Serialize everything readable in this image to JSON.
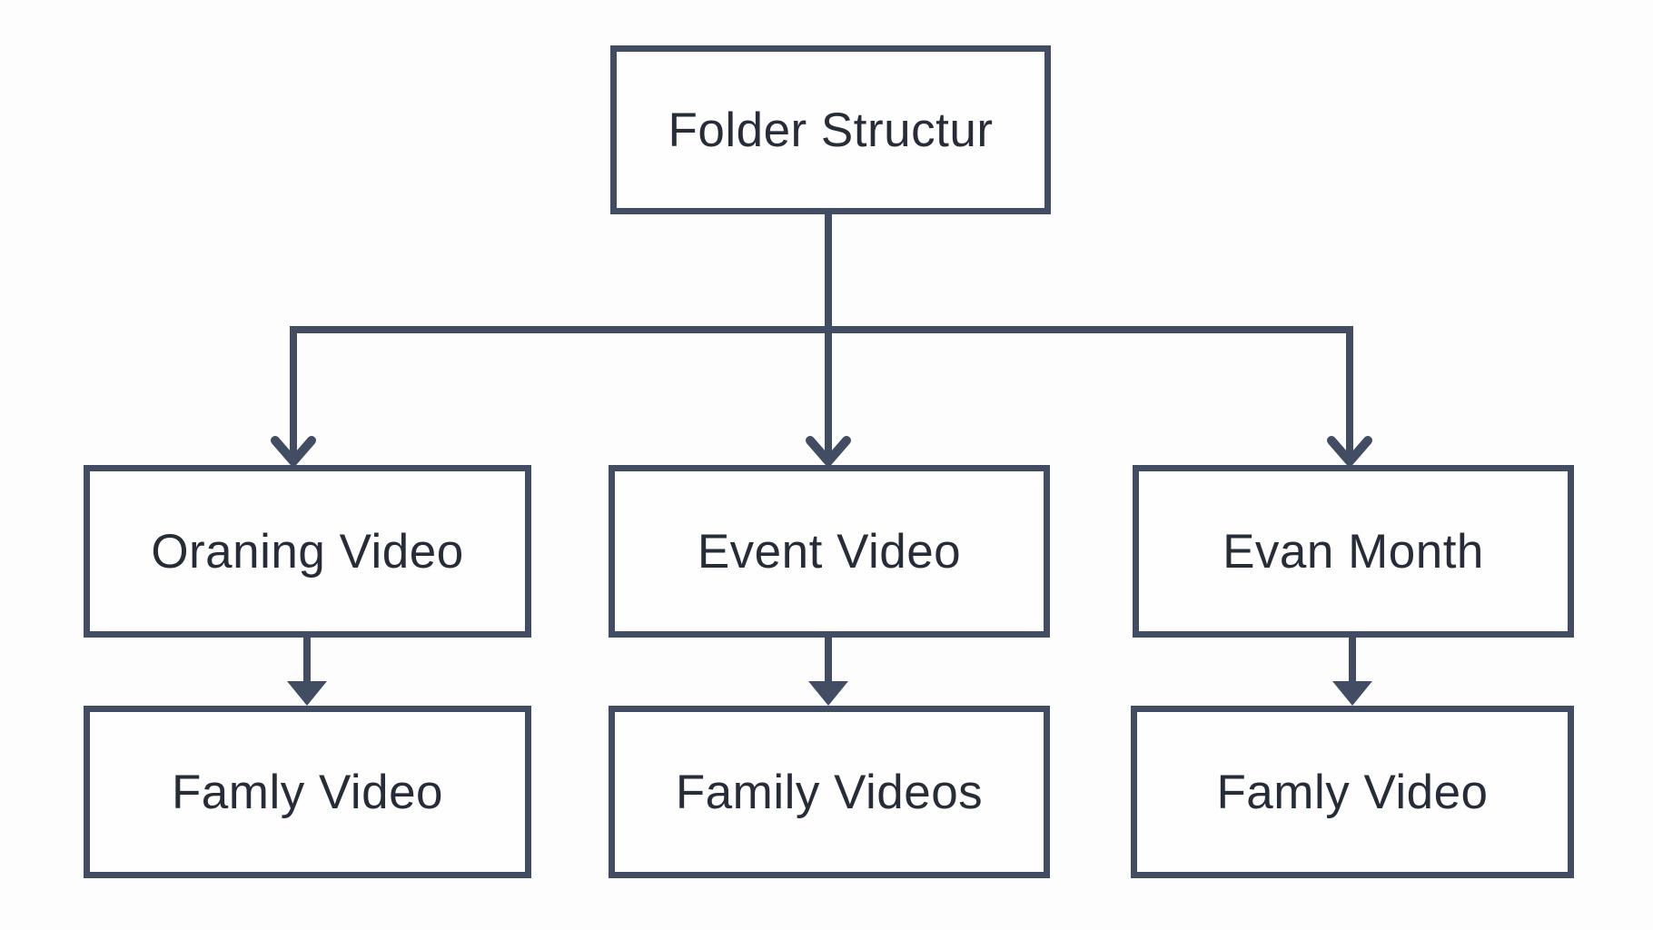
{
  "colors": {
    "line": "#424d63",
    "text": "#272d38",
    "box_fill": "#fefefe",
    "page_bg": "#fdfdfd"
  },
  "diagram": {
    "type": "flowchart",
    "root": {
      "label": "Folder Structur"
    },
    "branches": [
      {
        "parent": {
          "label": "Oraning Video"
        },
        "child": {
          "label": "Famly Video"
        }
      },
      {
        "parent": {
          "label": "Event Video"
        },
        "child": {
          "label": "Family Videos"
        }
      },
      {
        "parent": {
          "label": "Evan Month"
        },
        "child": {
          "label": "Famly Video"
        }
      }
    ]
  }
}
